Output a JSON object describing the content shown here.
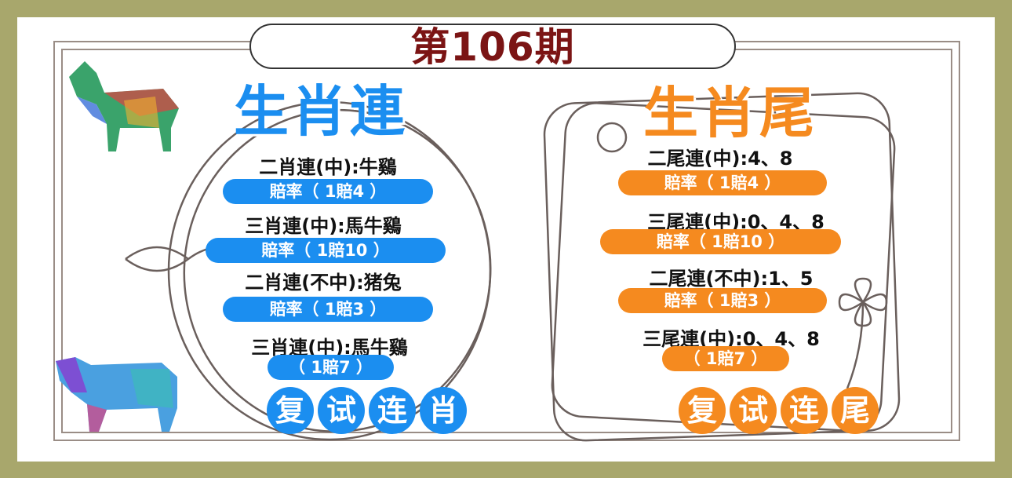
{
  "header": {
    "title": "第106期"
  },
  "left": {
    "title": "生肖連",
    "color": "#1b8ef0",
    "items": [
      {
        "line": "二肖連(中):牛鷄",
        "odds": "賠率（ 1賠4 ）"
      },
      {
        "line": "三肖連(中):馬牛鷄",
        "odds": "賠率（ 1賠10 ）"
      },
      {
        "line": "二肖連(不中):猪兔",
        "odds": "賠率（ 1賠3 ）"
      },
      {
        "line": "三肖連(中):馬牛鷄",
        "odds": "（ 1賠7 ）"
      }
    ],
    "footer": [
      "复",
      "试",
      "连",
      "肖"
    ]
  },
  "right": {
    "title": "生肖尾",
    "color": "#f58a1f",
    "items": [
      {
        "line": "二尾連(中):4、8",
        "odds": "賠率（ 1賠4 ）"
      },
      {
        "line": "三尾連(中):0、4、8",
        "odds": "賠率（ 1賠10 ）"
      },
      {
        "line": "二尾連(不中):1、5",
        "odds": "賠率（ 1賠3 ）"
      },
      {
        "line": "三尾連(中):0、4、8",
        "odds": "（ 1賠7 ）"
      }
    ],
    "footer": [
      "复",
      "试",
      "连",
      "尾"
    ]
  }
}
